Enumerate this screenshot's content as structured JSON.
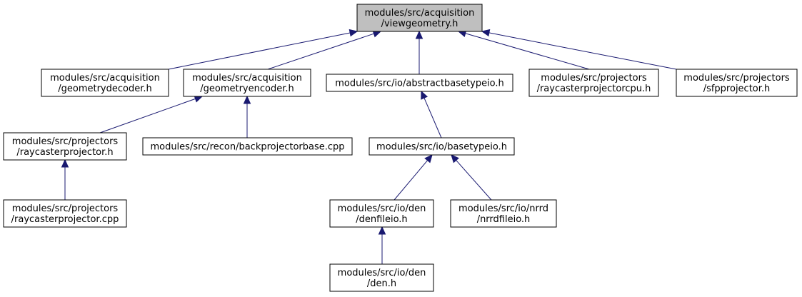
{
  "nodes": {
    "root": {
      "lines": [
        "modules/src/acquisition",
        "/viewgeometry.h"
      ],
      "fill": "#bfbfbf"
    },
    "geometrydecoder": {
      "lines": [
        "modules/src/acquisition",
        "/geometrydecoder.h"
      ]
    },
    "geometryencoder": {
      "lines": [
        "modules/src/acquisition",
        "/geometryencoder.h"
      ]
    },
    "abstractbasetypeio": {
      "lines": [
        "modules/src/io/abstractbasetypeio.h"
      ]
    },
    "raycasterprojectorcpu": {
      "lines": [
        "modules/src/projectors",
        "/raycasterprojectorcpu.h"
      ]
    },
    "sfpprojector": {
      "lines": [
        "modules/src/projectors",
        "/sfpprojector.h"
      ]
    },
    "raycasterprojector_h": {
      "lines": [
        "modules/src/projectors",
        "/raycasterprojector.h"
      ]
    },
    "backprojectorbase": {
      "lines": [
        "modules/src/recon/backprojectorbase.cpp"
      ]
    },
    "basetypeio": {
      "lines": [
        "modules/src/io/basetypeio.h"
      ]
    },
    "raycasterprojector_cpp": {
      "lines": [
        "modules/src/projectors",
        "/raycasterprojector.cpp"
      ]
    },
    "denfileio": {
      "lines": [
        "modules/src/io/den",
        "/denfileio.h"
      ]
    },
    "nrrdfileio": {
      "lines": [
        "modules/src/io/nrrd",
        "/nrrdfileio.h"
      ]
    },
    "den": {
      "lines": [
        "modules/src/io/den",
        "/den.h"
      ]
    }
  },
  "edges": [
    {
      "from": "geometrydecoder",
      "to": "root"
    },
    {
      "from": "geometryencoder",
      "to": "root"
    },
    {
      "from": "abstractbasetypeio",
      "to": "root"
    },
    {
      "from": "raycasterprojectorcpu",
      "to": "root"
    },
    {
      "from": "sfpprojector",
      "to": "root"
    },
    {
      "from": "raycasterprojector_h",
      "to": "geometryencoder"
    },
    {
      "from": "backprojectorbase",
      "to": "geometryencoder"
    },
    {
      "from": "basetypeio",
      "to": "abstractbasetypeio"
    },
    {
      "from": "raycasterprojector_cpp",
      "to": "raycasterprojector_h"
    },
    {
      "from": "denfileio",
      "to": "basetypeio"
    },
    {
      "from": "nrrdfileio",
      "to": "basetypeio"
    },
    {
      "from": "den",
      "to": "denfileio"
    }
  ],
  "colors": {
    "edge": "#191970",
    "root_fill": "#bfbfbf",
    "node_fill": "#ffffff",
    "border": "#000000"
  }
}
